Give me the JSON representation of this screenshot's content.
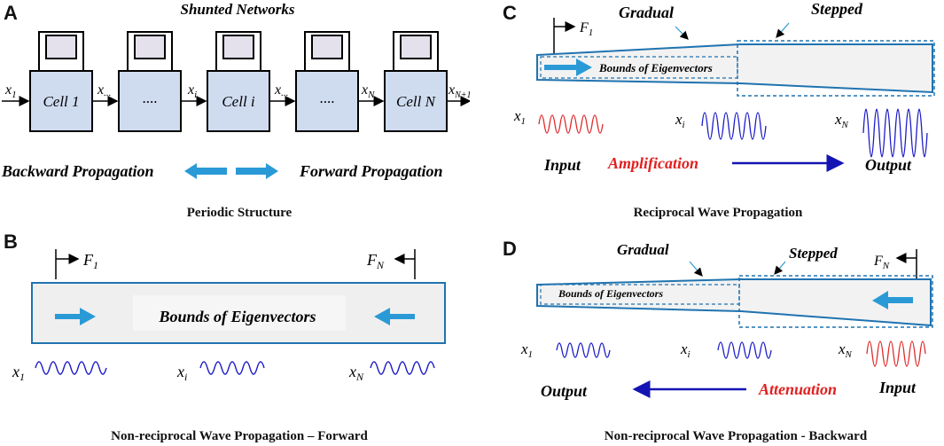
{
  "panels": {
    "a": {
      "label": "A",
      "title": "Shunted Networks",
      "caption": "Periodic Structure",
      "input_var": "x",
      "input_sub": "1",
      "cells": [
        {
          "text": "Cell 1"
        },
        {
          "text": "...."
        },
        {
          "text": "Cell i"
        },
        {
          "text": "...."
        },
        {
          "text": "Cell N"
        }
      ],
      "links": [
        {
          "main": "x",
          "sub": "..."
        },
        {
          "main": "x",
          "sub": "i"
        },
        {
          "main": "x",
          "sub": "..."
        },
        {
          "main": "x",
          "sub": "N"
        }
      ],
      "output_var": "x",
      "output_sub": "N+1",
      "backward": "Backward Propagation",
      "forward": "Forward Propagation"
    },
    "b": {
      "label": "B",
      "caption": "Non-reciprocal Wave Propagation – Forward",
      "force_left": "F",
      "force_left_sub": "1",
      "force_right": "F",
      "force_right_sub": "N",
      "bounds": "Bounds of Eigenvectors",
      "signals": [
        {
          "var": "x",
          "sub": "1"
        },
        {
          "var": "x",
          "sub": "i"
        },
        {
          "var": "x",
          "sub": "N"
        }
      ]
    },
    "c": {
      "label": "C",
      "caption": "Reciprocal Wave Propagation",
      "gradual": "Gradual",
      "stepped": "Stepped",
      "force": "F",
      "force_sub": "1",
      "bounds": "Bounds of Eigenvectors",
      "signals": [
        {
          "var": "x",
          "sub": "1"
        },
        {
          "var": "x",
          "sub": "i"
        },
        {
          "var": "x",
          "sub": "N"
        }
      ],
      "input": "Input",
      "amplification": "Amplification",
      "output": "Output"
    },
    "d": {
      "label": "D",
      "caption": "Non-reciprocal Wave Propagation - Backward",
      "gradual": "Gradual",
      "stepped": "Stepped",
      "force": "F",
      "force_sub": "N",
      "bounds": "Bounds of Eigenvectors",
      "signals": [
        {
          "var": "x",
          "sub": "1"
        },
        {
          "var": "x",
          "sub": "i"
        },
        {
          "var": "x",
          "sub": "N"
        }
      ],
      "output": "Output",
      "attenuation": "Attenuation",
      "input": "Input"
    }
  },
  "colors": {
    "cell_fill": "#cfdcf0",
    "shunt_fill": "#e4e0ec",
    "arrow_blue": "#2a9ad6",
    "wave_blue": "#1c1cc8",
    "wave_red": "#e02a2a",
    "beam_border": "#1f73b0",
    "beam_fill": "#efefef",
    "dir_arrow": "#1414b4",
    "red_text": "#e02020"
  }
}
